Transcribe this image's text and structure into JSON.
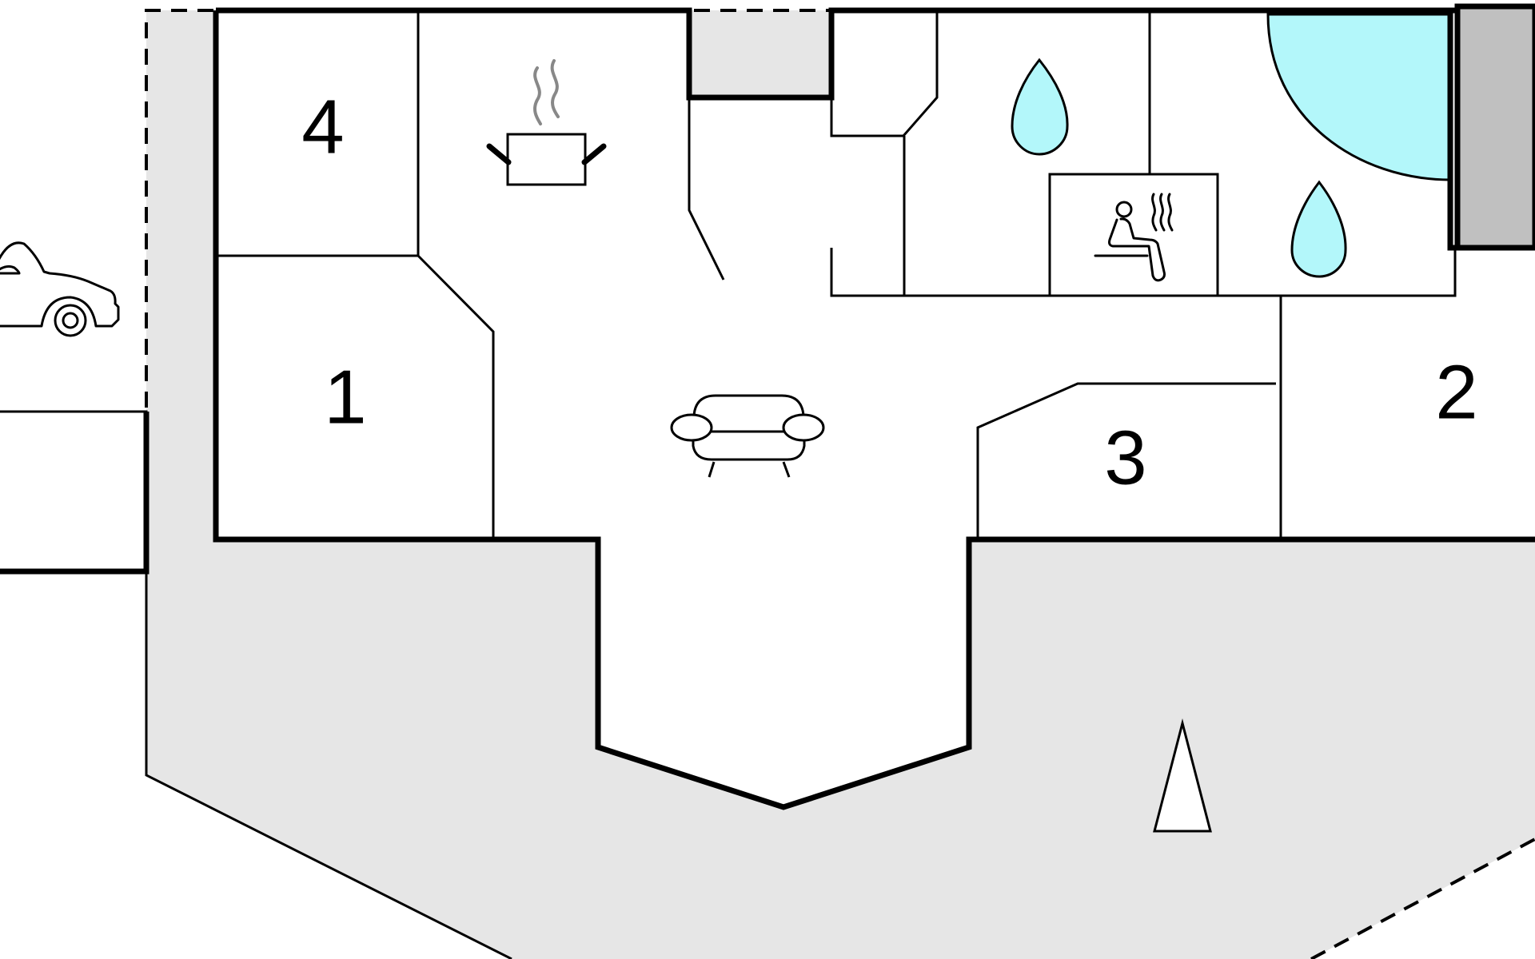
{
  "floorplan": {
    "rooms": [
      {
        "id": "room-4",
        "number": "4"
      },
      {
        "id": "room-1",
        "number": "1"
      },
      {
        "id": "room-3",
        "number": "3"
      },
      {
        "id": "room-2",
        "number": "2"
      }
    ],
    "icons": [
      "car-icon",
      "kitchen-pot-icon",
      "sofa-icon",
      "water-drop-icon",
      "sauna-icon",
      "terrace-triangle-icon"
    ],
    "colors": {
      "outdoor": "#e6e6e6",
      "wall": "#000000",
      "pool": "#b3f7fa",
      "annex": "#c0c0c0",
      "steam": "#888888"
    }
  }
}
